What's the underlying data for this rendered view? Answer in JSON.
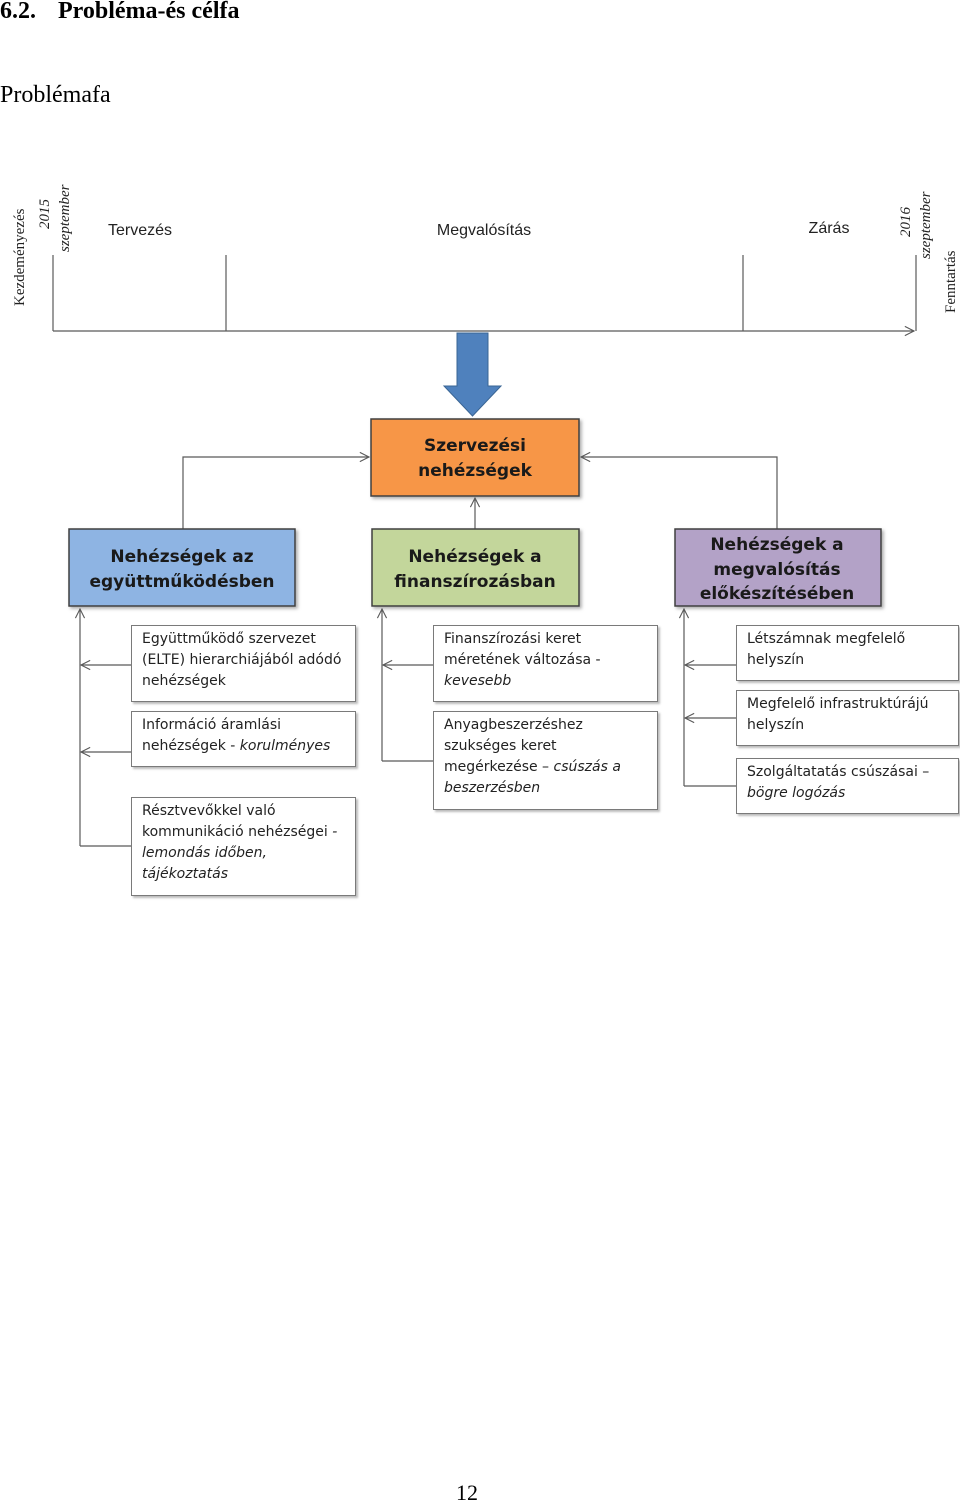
{
  "heading": {
    "number": "6.2.",
    "title": "Probléma-és célfa"
  },
  "subheading": "Problémafa",
  "timeline": {
    "start_label": "Kezdeményezés",
    "start_date": [
      "2015",
      "szeptember"
    ],
    "phases": [
      "Tervezés",
      "Megvalósítás",
      "Zárás"
    ],
    "end_date": [
      "2016",
      "szeptember"
    ],
    "end_label": "Fenntartás"
  },
  "root": {
    "title_lines": [
      "Szervezési",
      "nehézségek"
    ],
    "color": "#f79646"
  },
  "branches": [
    {
      "title_lines": [
        "Nehézségek az",
        "együttműködésben"
      ],
      "color": "#8eb4e3",
      "items": [
        {
          "normal": "Együttműködő szervezet (ELTE) hierarchiájából adódó nehézségek",
          "italic": ""
        },
        {
          "normal": "Információ áramlási nehézségek - ",
          "italic": "korulményes"
        },
        {
          "normal": "Résztvevőkkel való kommunikáció nehézségei ",
          "italic": "-lemondás időben, tájékoztatás"
        }
      ]
    },
    {
      "title_lines": [
        "Nehézségek a",
        "finanszírozásban"
      ],
      "color": "#c3d69b",
      "items": [
        {
          "normal": "Finanszírozási keret méretének változása - ",
          "italic": "kevesebb"
        },
        {
          "normal": "Anyagbeszerzéshez szukséges keret megérkezése – ",
          "italic": "csúszás a beszerzésben"
        }
      ]
    },
    {
      "title_lines": [
        "Nehézségek a",
        "megvalósítás",
        "előkészítésében"
      ],
      "color": "#b3a2c7",
      "items": [
        {
          "normal": "Létszámnak megfelelő helyszín",
          "italic": ""
        },
        {
          "normal": "Megfelelő infrastruktúrájú helyszín",
          "italic": ""
        },
        {
          "normal": "Szolgáltatatás csúszásai – ",
          "italic": "bögre logózás"
        }
      ]
    }
  ],
  "colors": {
    "arrow": "#4f81bd",
    "line": "#595959",
    "box_border": "#3f3f3f"
  },
  "page_number": "12"
}
